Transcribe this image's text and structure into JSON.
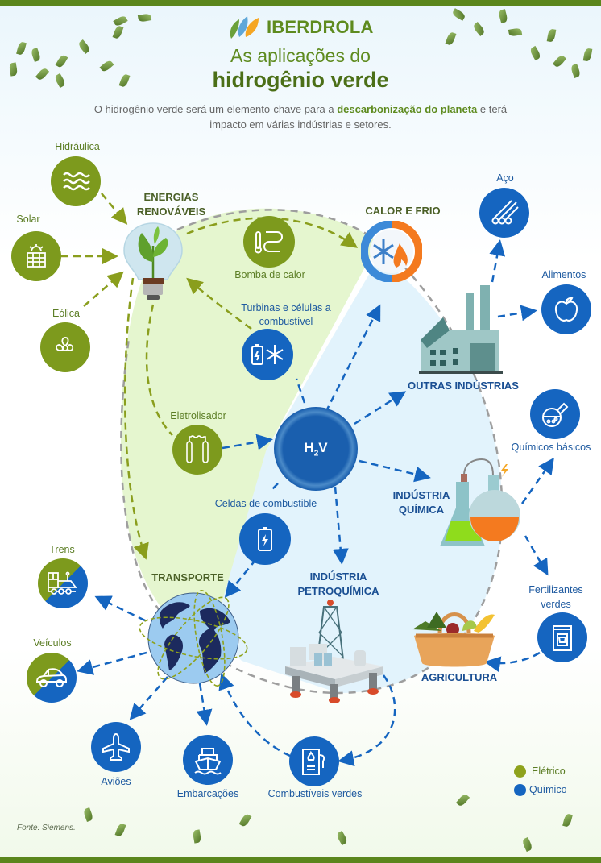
{
  "brand": {
    "name": "IBERDROLA"
  },
  "title": {
    "line1": "As aplicações do",
    "line2": "hidrogênio verde"
  },
  "intro": {
    "part1": "O hidrogênio verde será um elemento-chave para a ",
    "highlight": "descarbonização do planeta",
    "part2": " e terá impacto em várias indústrias e setores."
  },
  "sources": {
    "hidraulica": "Hidráulica",
    "solar": "Solar",
    "eolica": "Eólica"
  },
  "hubs": {
    "renovaveis": [
      "ENERGIAS",
      "RENOVÁVEIS"
    ],
    "calor_frio": "CALOR E FRIO",
    "outras": "OUTRAS INDÚSTRIAS",
    "quimica": [
      "INDÚSTRIA",
      "QUÍMICA"
    ],
    "petroquimica": [
      "INDÚSTRIA",
      "PETROQUÍMICA"
    ],
    "transporte": "TRANSPORTE",
    "agricultura": "AGRICULTURA",
    "center_main": "H",
    "center_sub": "2",
    "center_end": "V"
  },
  "nodes": {
    "bomba": "Bomba de calor",
    "turbinas": [
      "Turbinas e células a",
      "combustível"
    ],
    "eletrolisador": "Eletrolisador",
    "celdas": "Celdas de combustible",
    "aco": "Aço",
    "alimentos": "Alimentos",
    "quimicos_basicos": "Químicos básicos",
    "fertilizantes": [
      "Fertilizantes",
      "verdes"
    ],
    "trens": "Trens",
    "veiculos": "Veículos",
    "avioes": "Aviões",
    "embarcacoes": "Embarcações",
    "combustiveis": "Combustíveis verdes"
  },
  "legend": [
    {
      "label": "Elétrico",
      "color": "#8ea21c"
    },
    {
      "label": "Químico",
      "color": "#1565c0"
    }
  ],
  "colors": {
    "green": "#7d9a1d",
    "blue": "#1565c0",
    "orange": "#f47a1f"
  },
  "footer": {
    "source": "Fonte: Siemens."
  }
}
